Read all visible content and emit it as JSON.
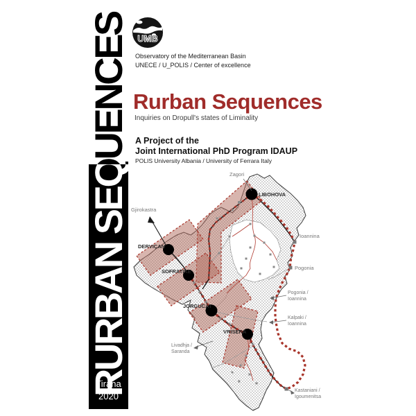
{
  "publication": {
    "vertical_title": "RURBAN SEQUENCES",
    "place": "Tirana",
    "year": "2020",
    "logo_acronym": "UMB",
    "org_line1": "Observatory of the Mediterranean Basin",
    "org_line2": "UNECE / U_POLIS / Center of excellence",
    "title": "Rurban Sequences",
    "subtitle": "Inquiries on Dropull's states of Liminality",
    "project_line1": "A Project of the",
    "project_line2": "Joint International PhD Program IDAUP",
    "partners": "POLIS University Albania / University of Ferrara Italy"
  },
  "colors": {
    "accent_red": "#a02c2a",
    "band_fill": "#b26b5e",
    "route_red": "#a8352b",
    "bar_black": "#000000",
    "grey_label": "#777777"
  },
  "map": {
    "towns": [
      {
        "id": "libohova",
        "label": "LIBOHOVA"
      },
      {
        "id": "dervican",
        "label": "DERVIÇAN"
      },
      {
        "id": "sofratike",
        "label": "SOFRATIKE"
      },
      {
        "id": "jorgucat",
        "label": "JORGUCAT"
      },
      {
        "id": "vrisera",
        "label": "VRISERA"
      }
    ],
    "places": [
      {
        "id": "zagori",
        "label": "Zagori"
      },
      {
        "id": "gjirokastra",
        "label": "Gjirokastra"
      },
      {
        "id": "ioannina",
        "label": "Ioannina"
      },
      {
        "id": "pogonia",
        "label": "Pogonia"
      }
    ],
    "crossings": [
      {
        "id": "pogonia-ioannina",
        "line1": "Pogonia /",
        "line2": "Ioannina"
      },
      {
        "id": "kalpaki-ioannina",
        "line1": "Kalpaki /",
        "line2": "Ioannina"
      },
      {
        "id": "livadhja-saranda",
        "line1": "Livadhja /",
        "line2": "Saranda"
      },
      {
        "id": "kastaniani-igoumenitsa",
        "line1": "Kastaniani /",
        "line2": "Igoumenitsa"
      }
    ]
  }
}
